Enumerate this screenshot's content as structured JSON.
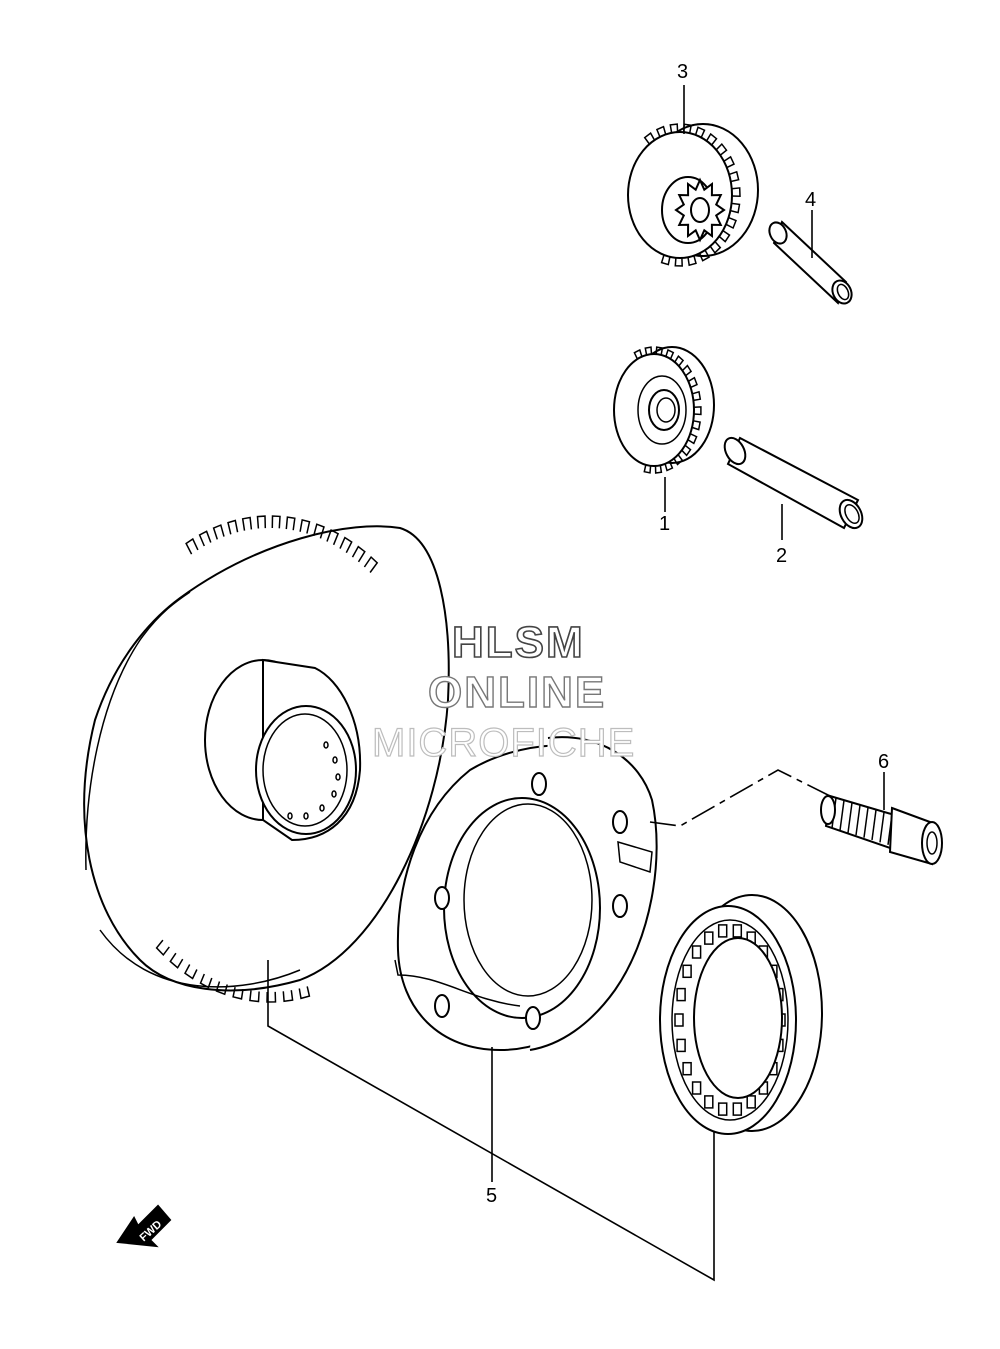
{
  "callouts": {
    "p1": "1",
    "p2": "2",
    "p3": "3",
    "p4": "4",
    "p5": "5",
    "p6": "6"
  },
  "watermark": {
    "line1": "HLSM",
    "line2": "ONLINE",
    "line3": "MICROFICHE"
  },
  "direction_arrow": {
    "label": "FWD",
    "icon": "fwd-arrow-icon"
  }
}
